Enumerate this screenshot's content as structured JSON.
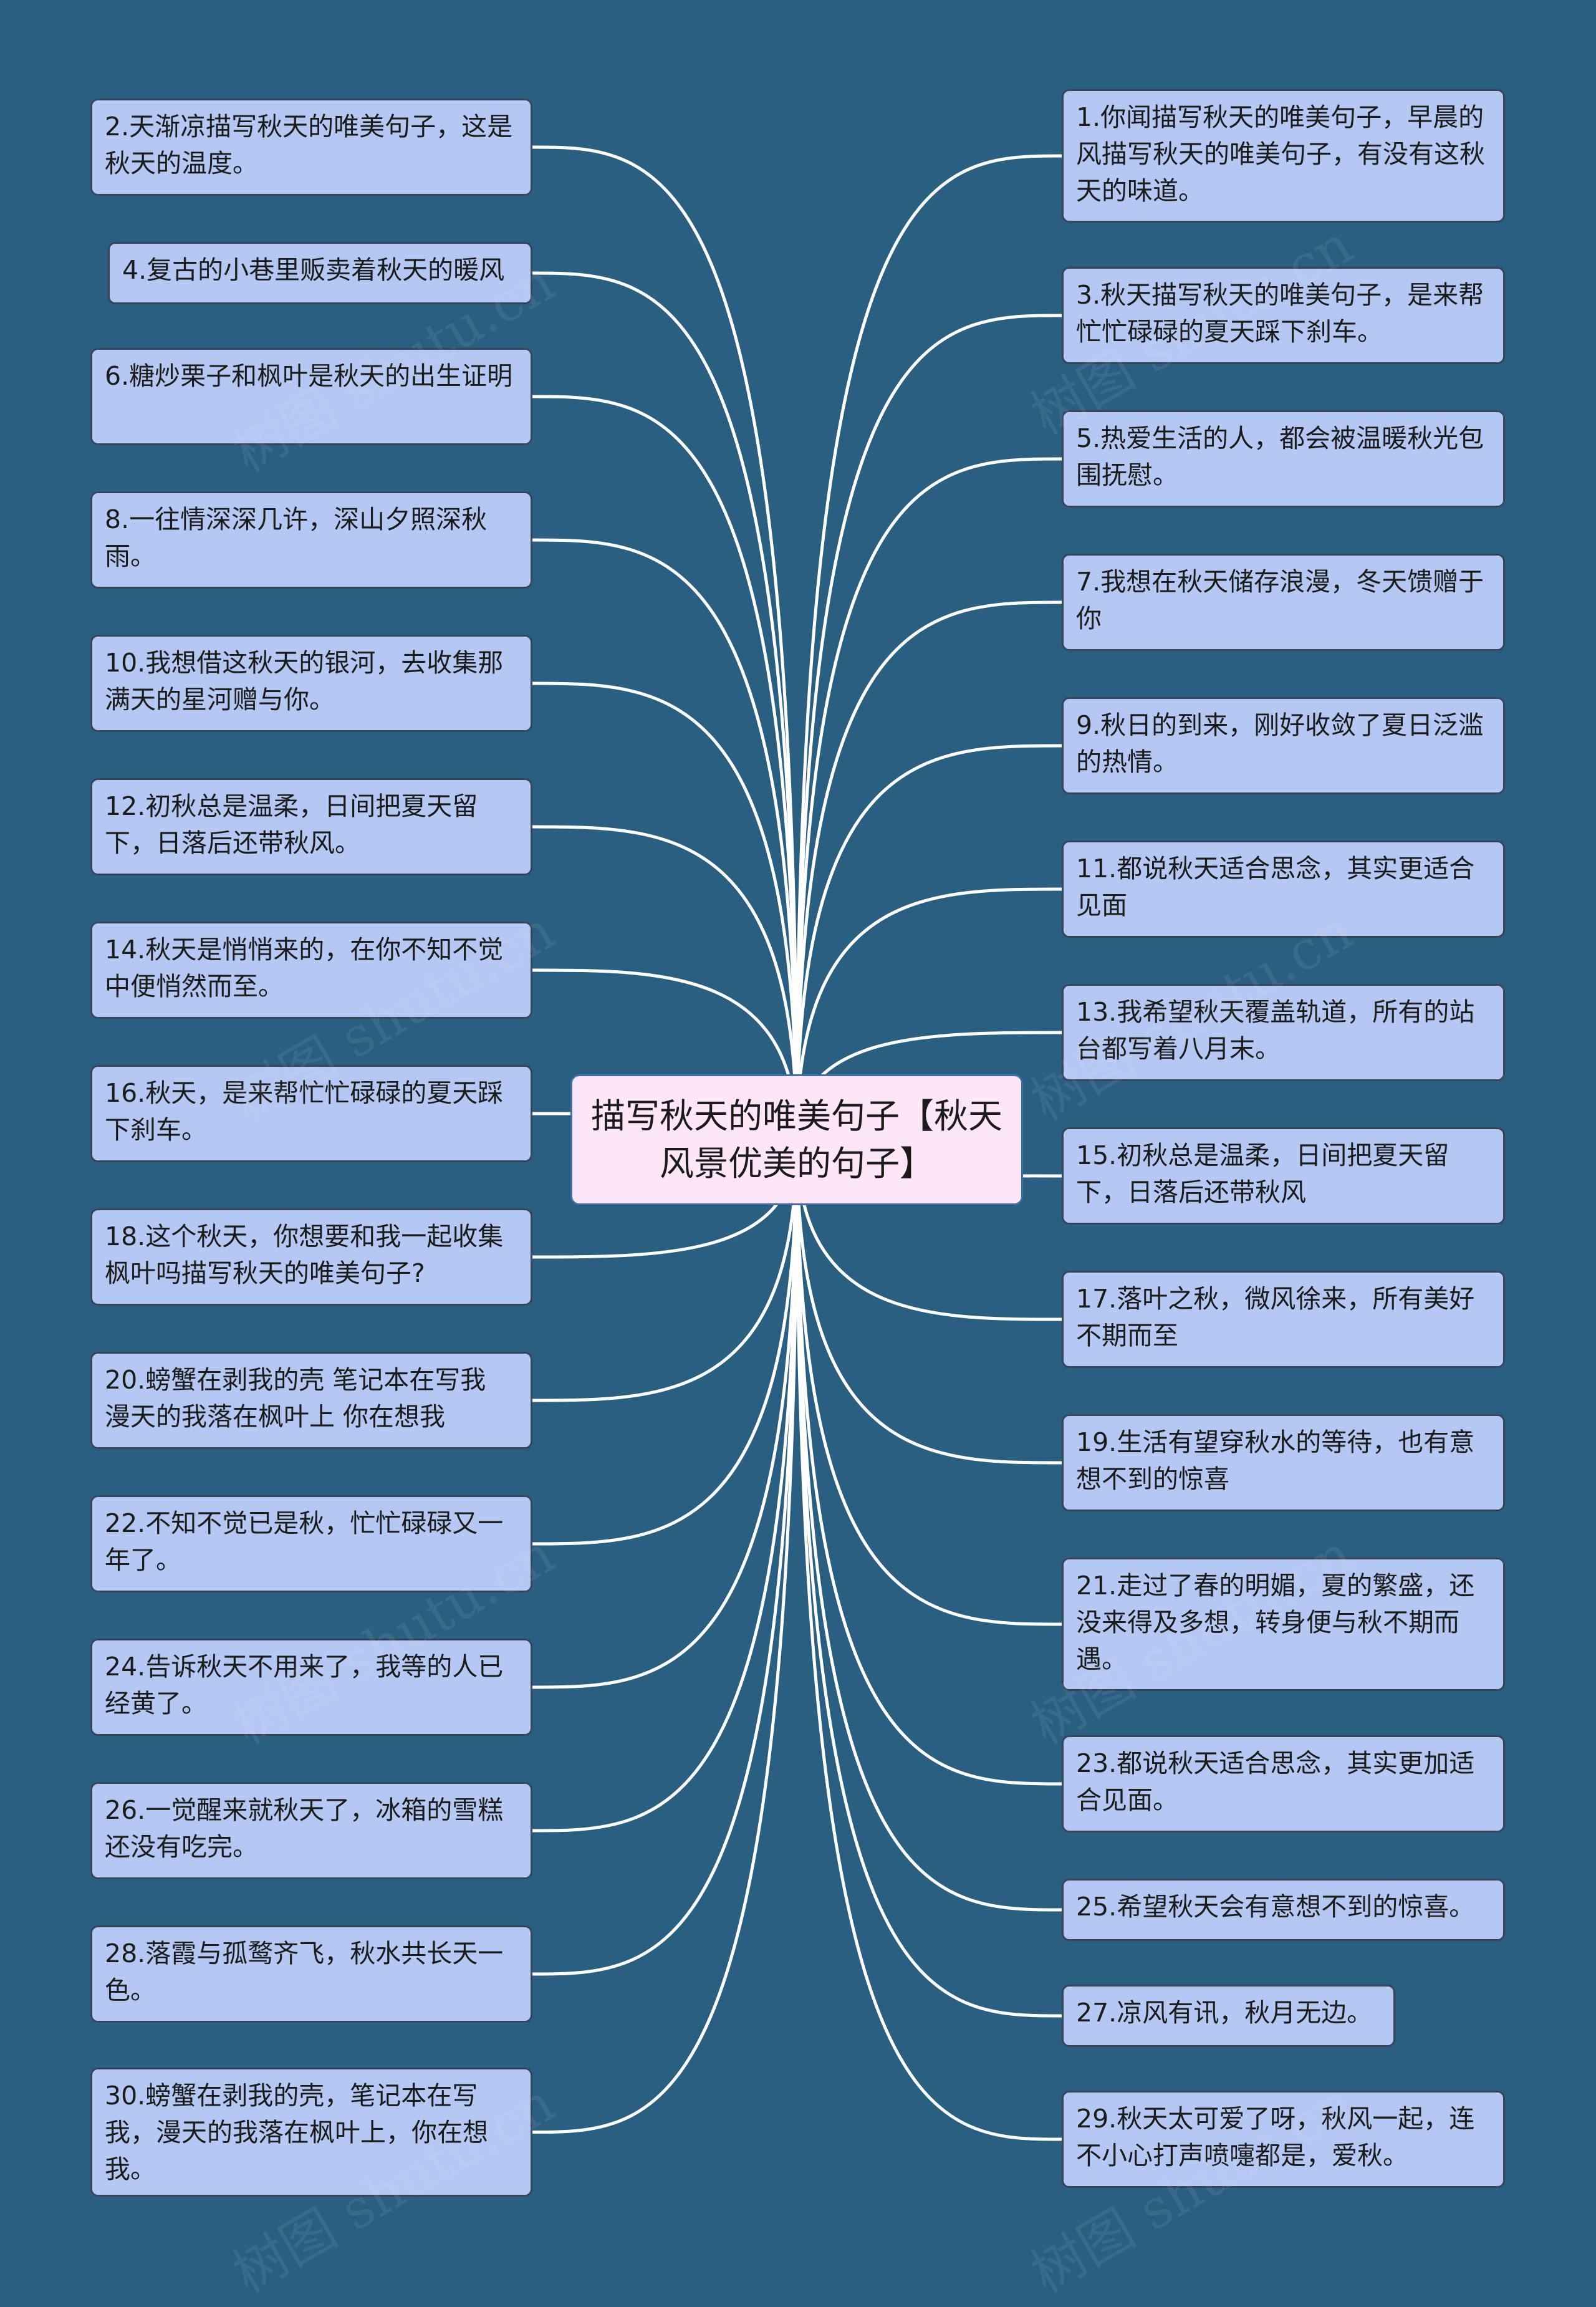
{
  "center": {
    "title": "描写秋天的唯美句子【秋天风景优美的句子】"
  },
  "left_nodes": [
    "2.天渐凉描写秋天的唯美句子，这是秋天的温度。",
    "4.复古的小巷里贩卖着秋天的暖风",
    "6.糖炒栗子和枫叶是秋天的出生证明",
    "8.一往情深深几许，深山夕照深秋雨。",
    "10.我想借这秋天的银河，去收集那满天的星河赠与你。",
    "12.初秋总是温柔，日间把夏天留下，日落后还带秋风。",
    "14.秋天是悄悄来的，在你不知不觉中便悄然而至。",
    "16.秋天，是来帮忙忙碌碌的夏天踩下刹车。",
    "18.这个秋天，你想要和我一起收集枫叶吗描写秋天的唯美句子?",
    "20.螃蟹在剥我的壳 笔记本在写我 漫天的我落在枫叶上 你在想我",
    "22.不知不觉已是秋，忙忙碌碌又一年了。",
    "24.告诉秋天不用来了，我等的人已经黄了。",
    "26.一觉醒来就秋天了，冰箱的雪糕还没有吃完。",
    "28.落霞与孤鹜齐飞，秋水共长天一色。",
    "30.螃蟹在剥我的壳，笔记本在写我，漫天的我落在枫叶上，你在想我。"
  ],
  "right_nodes": [
    "1.你闻描写秋天的唯美句子，早晨的风描写秋天的唯美句子，有没有这秋天的味道。",
    "3.秋天描写秋天的唯美句子，是来帮忙忙碌碌的夏天踩下刹车。",
    "5.热爱生活的人，都会被温暖秋光包围抚慰。",
    "7.我想在秋天储存浪漫，冬天馈赠于你",
    "9.秋日的到来，刚好收敛了夏日泛滥的热情。",
    "11.都说秋天适合思念，其实更适合见面",
    "13.我希望秋天覆盖轨道，所有的站台都写着八月末。",
    "15.初秋总是温柔，日间把夏天留下，日落后还带秋风",
    "17.落叶之秋，微风徐来，所有美好不期而至",
    "19.生活有望穿秋水的等待，也有意想不到的惊喜",
    "21.走过了春的明媚，夏的繁盛，还没来得及多想，转身便与秋不期而遇。",
    "23.都说秋天适合思念，其实更加适合见面。",
    "25.希望秋天会有意想不到的惊喜。",
    "27.凉风有讯，秋月无边。",
    "29.秋天太可爱了呀，秋风一起，连不小心打声喷嚏都是，爱秋。"
  ],
  "watermark": "树图 shutu.cn",
  "colors": {
    "background": "#2a5f82",
    "node_fill": "#b5c8f3",
    "node_border": "#384559",
    "center_fill": "#fde6f8",
    "center_border": "#3f6fa6",
    "connector": "#ffffff"
  }
}
